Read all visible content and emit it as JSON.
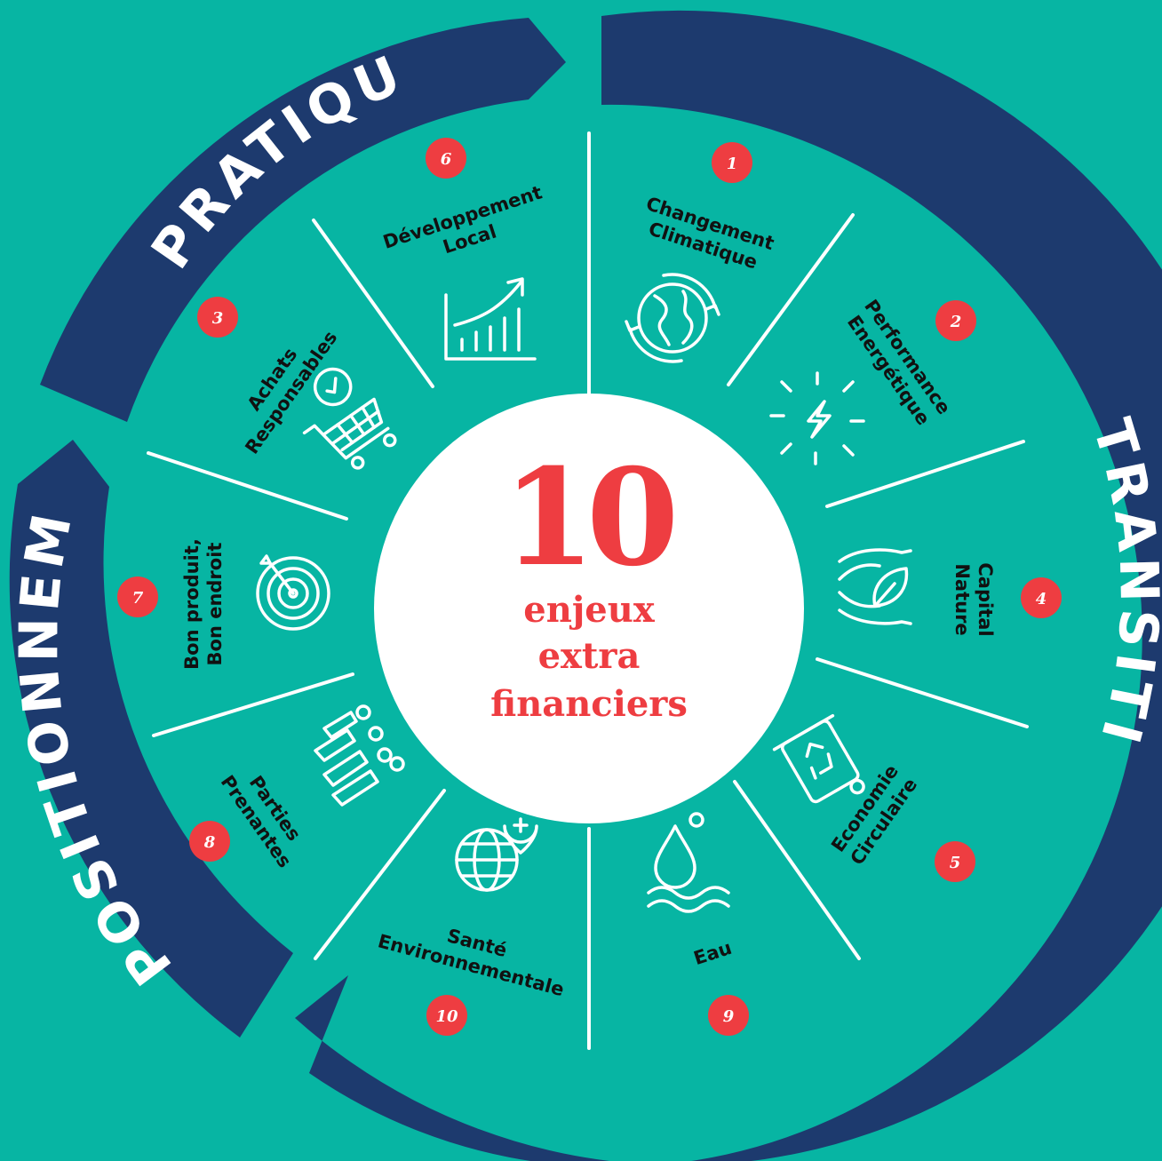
{
  "center": {
    "number": "10",
    "lines": [
      "enjeux",
      "extra",
      "financiers"
    ]
  },
  "categories": [
    {
      "key": "transition",
      "label": "TRANSITION"
    },
    {
      "key": "pratiques",
      "label": "PRATIQUES"
    },
    {
      "key": "positionnement",
      "label": "POSITIONNEMENT"
    }
  ],
  "issues": [
    {
      "number": "1",
      "lines": [
        "Changement",
        "Climatique"
      ],
      "icon": "globe-cycle-icon"
    },
    {
      "number": "2",
      "lines": [
        "Performance",
        "Energétique"
      ],
      "icon": "lightning-icon"
    },
    {
      "number": "4",
      "lines": [
        "Capital",
        "Nature"
      ],
      "icon": "hands-leaf-icon"
    },
    {
      "number": "5",
      "lines": [
        "Economie",
        "Circulaire"
      ],
      "icon": "recycle-bin-icon"
    },
    {
      "number": "9",
      "lines": [
        "Eau"
      ],
      "icon": "water-drop-icon"
    },
    {
      "number": "10",
      "lines": [
        "Santé",
        "Environnementale"
      ],
      "icon": "globe-health-icon"
    },
    {
      "number": "8",
      "lines": [
        "Parties",
        "Prenantes"
      ],
      "icon": "people-group-icon"
    },
    {
      "number": "7",
      "lines": [
        "Bon produit,",
        "Bon endroit"
      ],
      "icon": "target-icon"
    },
    {
      "number": "3",
      "lines": [
        "Achats",
        "Responsables"
      ],
      "icon": "shopping-cart-icon"
    },
    {
      "number": "6",
      "lines": [
        "Développement",
        "Local"
      ],
      "icon": "growth-chart-icon"
    }
  ],
  "colors": {
    "background": "#07b5a3",
    "ring": "#1d3a6e",
    "accent": "#ee3d41",
    "center": "#ffffff",
    "text": "#111111"
  }
}
